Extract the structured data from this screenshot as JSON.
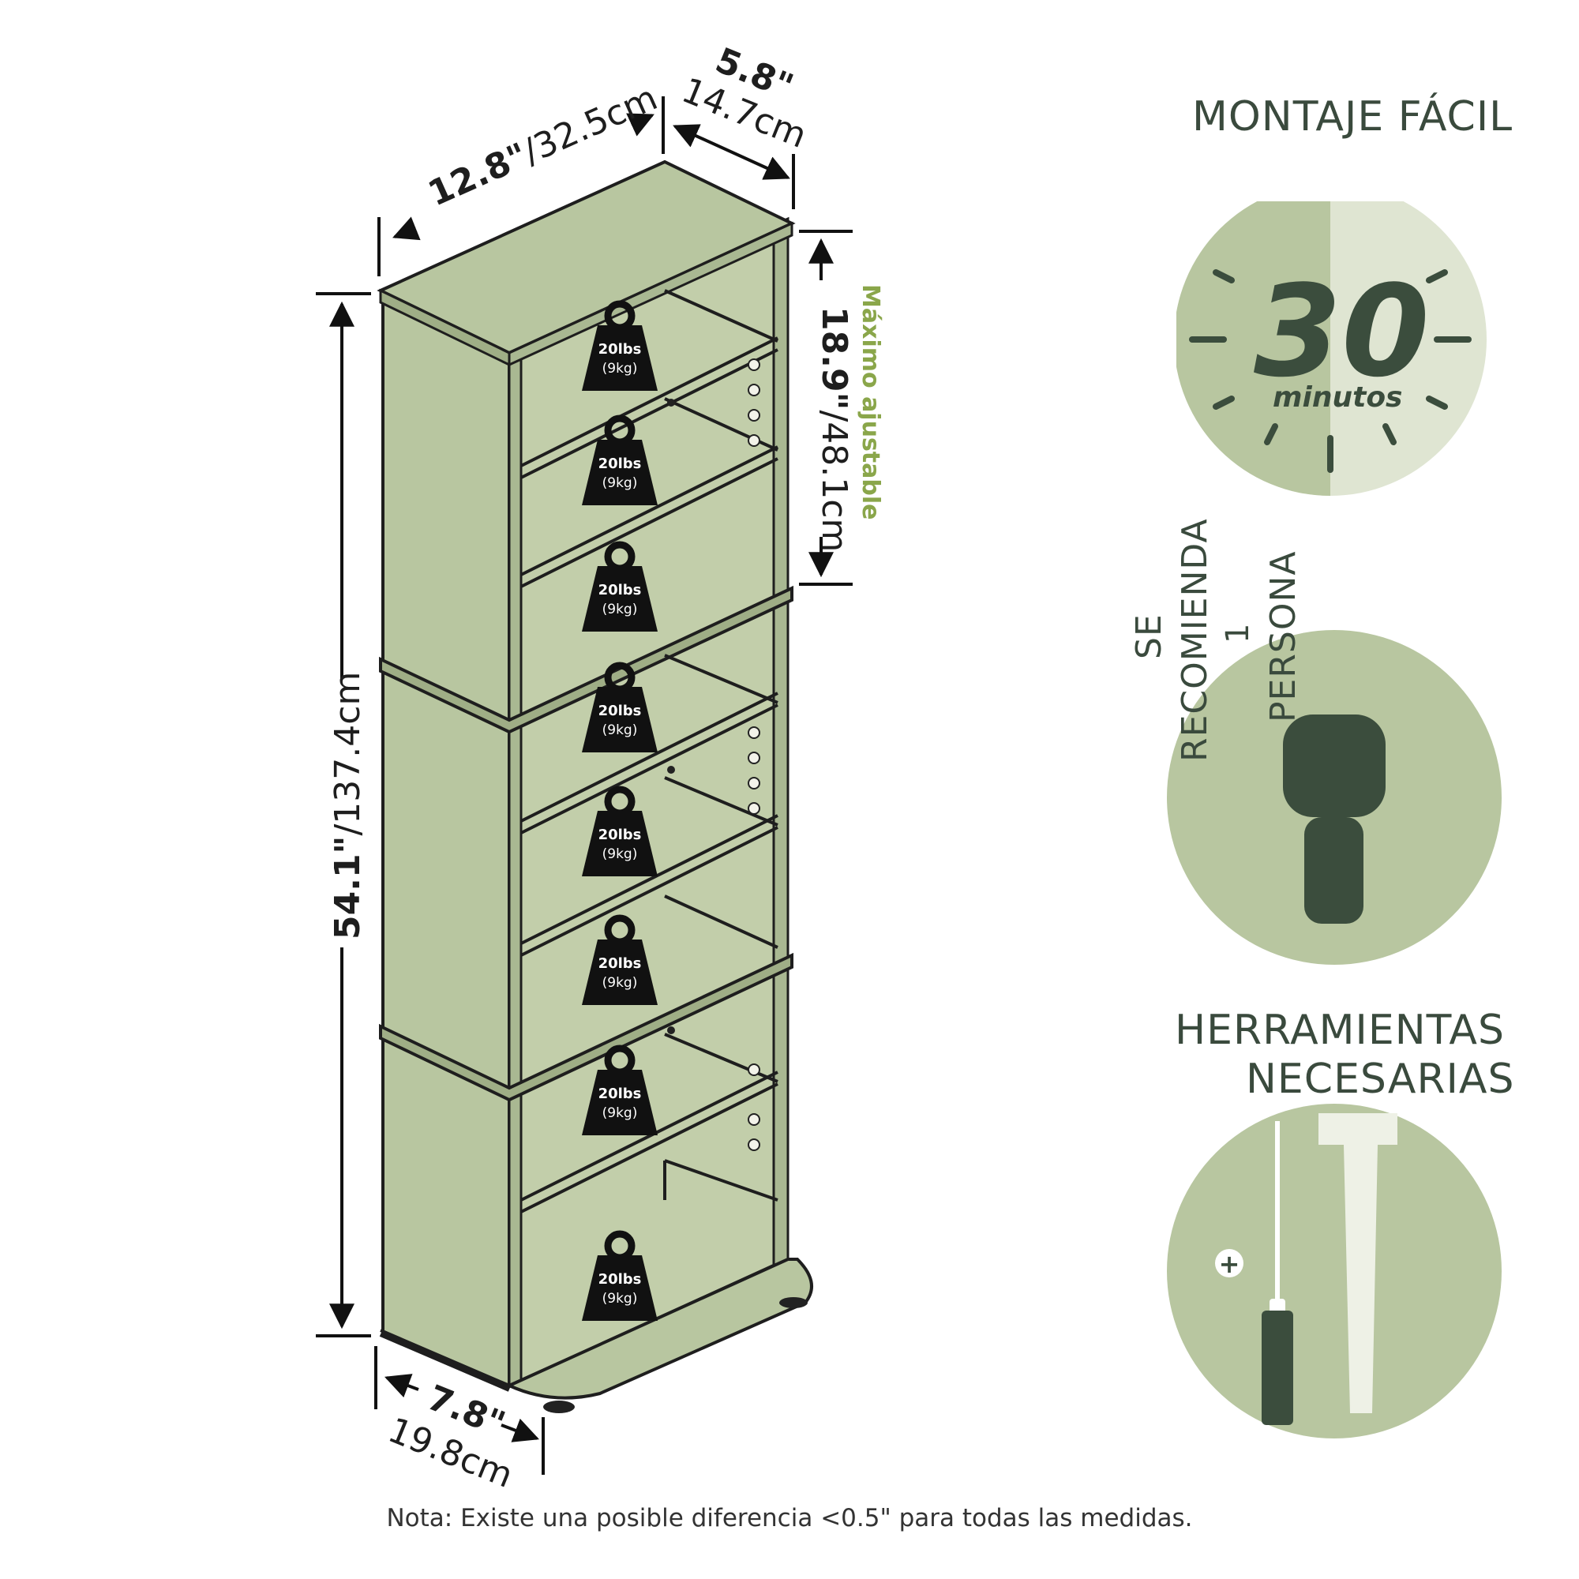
{
  "dimensions": {
    "depth_top_in": "5.8\"",
    "depth_top_cm": "14.7cm",
    "width_in": "12.8\"",
    "width_cm": "/32.5cm",
    "height_in": "54.1\"",
    "height_cm": "/137.4cm",
    "shelf_in": "18.9\"",
    "shelf_cm": "/48.1cm",
    "shelf_label_1": "Máximo",
    "shelf_label_2": "ajustable",
    "base_in": "7.8\"",
    "base_cm": "19.8cm"
  },
  "shelf_load": {
    "weight": "20lbs",
    "weight_kg": "(9kg)"
  },
  "assembly": {
    "title": "MONTAJE FÁCIL",
    "time_value": "30",
    "time_unit": "minutos"
  },
  "people": {
    "line1": "SE",
    "line2": "RECOMIENDA",
    "line3": "1",
    "line4": "PERSONA"
  },
  "tools": {
    "title_line1": "HERRAMIENTAS",
    "title_line2": "NECESARIAS",
    "plus_symbol": "+"
  },
  "footer": {
    "note": "Nota: Existe una posible diferencia <0.5\" para todas las medidas."
  },
  "colors": {
    "panel": "#b8c6a0",
    "panel_light": "#dfe5d2",
    "dark_green": "#3b4d3d",
    "accent_green": "#8aa64a"
  }
}
